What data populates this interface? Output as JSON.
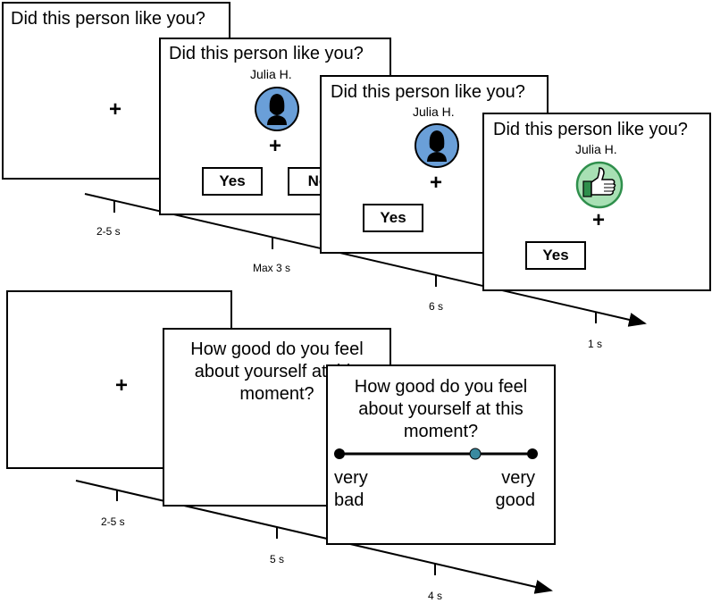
{
  "feedback_trial": {
    "question": "Did this person like you?",
    "person_name": "Julia H.",
    "fixation": "+",
    "yes_label": "Yes",
    "no_label": "No",
    "durations": [
      "2-5 s",
      "Max 3 s",
      "6 s",
      "1 s"
    ]
  },
  "rating_trial": {
    "fixation": "+",
    "question_line1": "How good do you feel",
    "question_line2": "about yourself at this",
    "question_line3": "moment?",
    "anchor_low_line1": "very",
    "anchor_low_line2": "bad",
    "anchor_high_line1": "very",
    "anchor_high_line2": "good",
    "durations": [
      "2-5 s",
      "5 s",
      "4 s"
    ]
  },
  "colors": {
    "avatar_blue": "#6a9fd8",
    "thumb_green": "#a8e0b4",
    "thumb_dark": "#2f8f4c",
    "slider_marker": "#3a8aa0"
  }
}
